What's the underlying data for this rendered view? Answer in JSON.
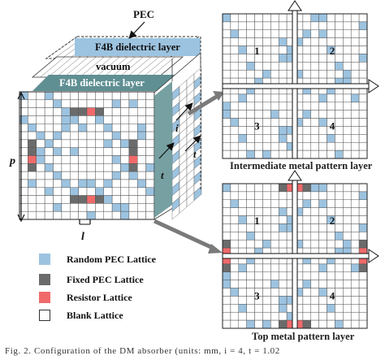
{
  "colors": {
    "random_pec": "#9cc3e0",
    "fixed_pec": "#6b6b6b",
    "resistor": "#f06a6a",
    "blank": "#ffffff",
    "dielectric": "#9cc3e0",
    "dielectric_dark": "#5f8f92",
    "grid_line": "#555555",
    "arrow_grey": "#777777"
  },
  "labels": {
    "pec": "PEC",
    "f4b_top": "F4B dielectric layer",
    "vacuum": "vacuum",
    "f4b_front": "F4B dielectric layer",
    "p": "p",
    "l": "l",
    "i": "i",
    "t_side": "t",
    "t_front": "t"
  },
  "panels": {
    "intermediate": {
      "title": "Intermediate metal pattern layer",
      "quadrants": [
        "1",
        "2",
        "3",
        "4"
      ]
    },
    "top": {
      "title": "Top metal pattern layer",
      "quadrants": [
        "1",
        "2",
        "3",
        "4"
      ]
    }
  },
  "legend": [
    {
      "label": "Random PEC Lattice",
      "color_key": "random_pec"
    },
    {
      "label": "Fixed PEC Lattice",
      "color_key": "fixed_pec"
    },
    {
      "label": "Resistor Lattice",
      "color_key": "resistor"
    },
    {
      "label": "Blank Lattice",
      "color_key": "blank"
    }
  ],
  "caption": "Fig. 2.   Configuration of the DM absorber (units: mm, i = 4, t = 1.02"
}
